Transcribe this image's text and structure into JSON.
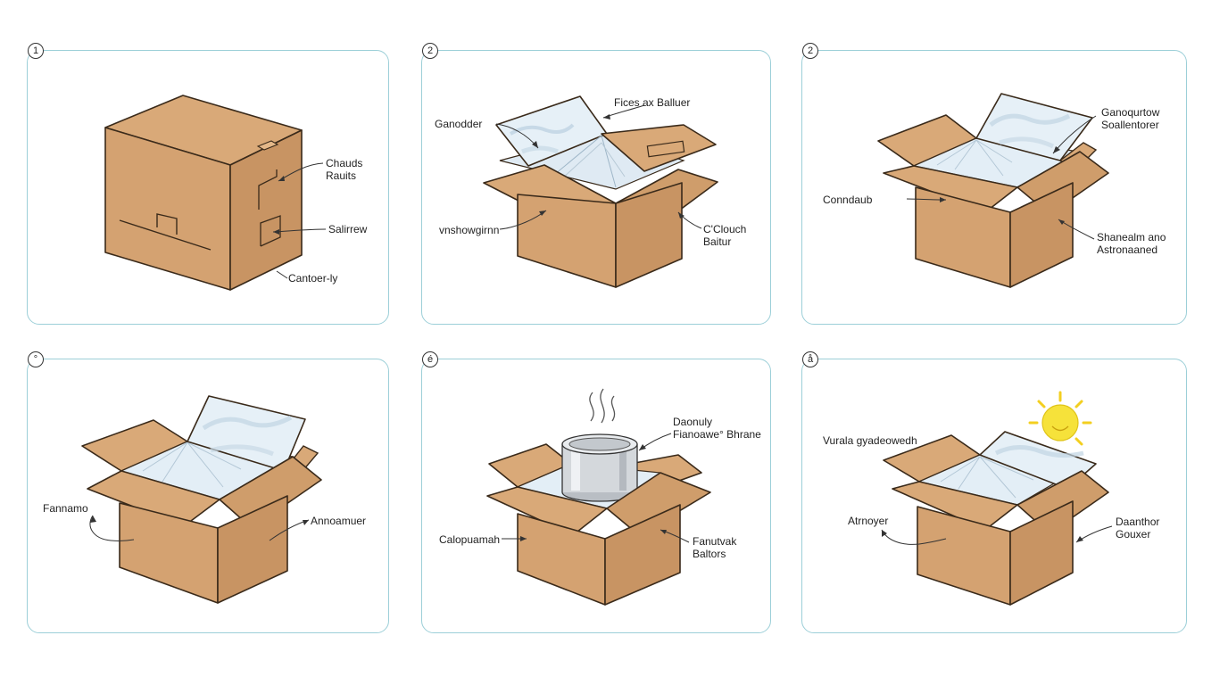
{
  "panels": [
    {
      "step": "1",
      "labels": [
        "Chauds\nRauits",
        "Salirrew",
        "Cantoer-ly"
      ]
    },
    {
      "step": "2",
      "labels": [
        "Ganodder",
        "Fices ax Balluer",
        "vnshowgirnn",
        "C'Clouch\nBaitur"
      ]
    },
    {
      "step": "2",
      "labels": [
        "Ganoqurtow\nSoallentorer",
        "Conndaub",
        "Shanealm ano\nAstronaaned"
      ]
    },
    {
      "step": "°",
      "labels": [
        "Fannamo",
        "Annoamuer"
      ]
    },
    {
      "step": "é",
      "labels": [
        "Daonuly\nFianoawe° Bhrane",
        "Calopuamah",
        "Fanutvak\nBaltors"
      ]
    },
    {
      "step": "å",
      "labels": [
        "Vurala gyadeowedh",
        "Atrnoyer",
        "Daanthor\nGouxer"
      ]
    }
  ],
  "colors": {
    "panel_border": "#9ccfd8",
    "cardboard_light": "#d9a978",
    "cardboard_mid": "#cf9d6b",
    "cardboard_dark": "#b9875a",
    "foil": "#e3eef6",
    "sun": "#f6e23a"
  }
}
